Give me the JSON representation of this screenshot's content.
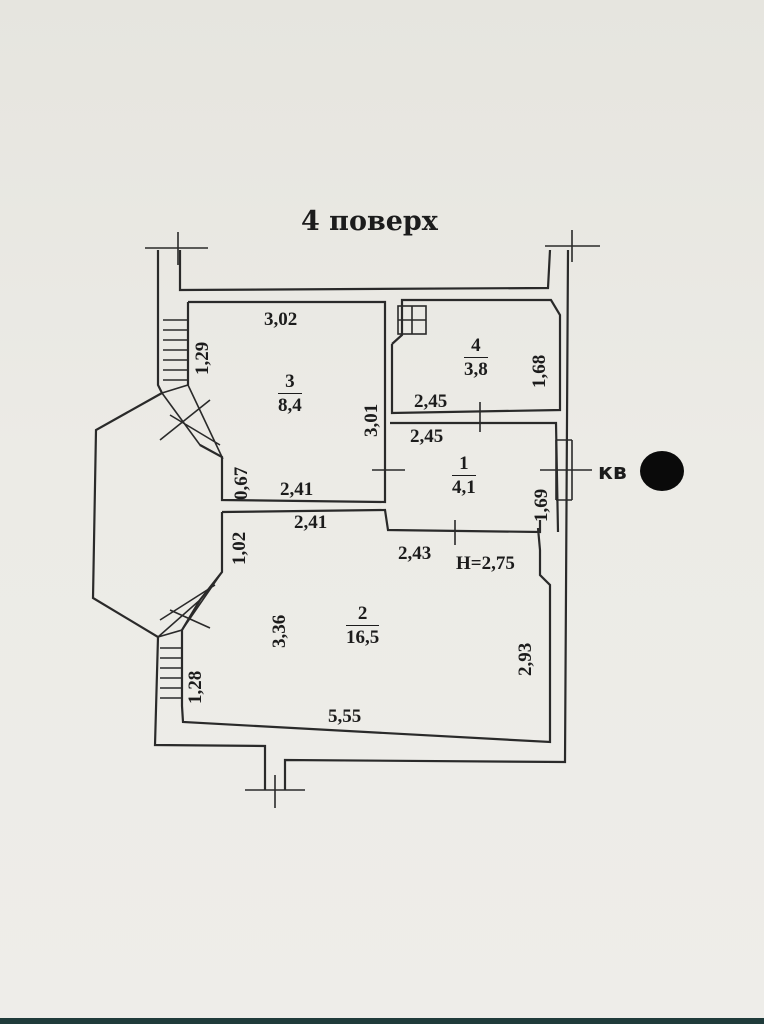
{
  "title": "4 поверх",
  "apartment_label": "кв",
  "ceiling_height": "H=2,75",
  "rooms": [
    {
      "number": "1",
      "area": "4,1"
    },
    {
      "number": "2",
      "area": "16,5"
    },
    {
      "number": "3",
      "area": "8,4"
    },
    {
      "number": "4",
      "area": "3,8"
    }
  ],
  "dimensions": {
    "room3_top": "3,02",
    "room3_left": "1,29",
    "room3_right": "3,01",
    "room3_bottom": "2,41",
    "room3_bay": "0,67",
    "room4_bottom": "2,45",
    "room4_right": "1,68",
    "room1_top": "2,45",
    "room1_right": "1,69",
    "room1_bottom": "2,43",
    "room2_top": "2,41",
    "room2_bay": "1,02",
    "room2_left": "3,36",
    "room2_right": "2,93",
    "room2_bottom": "5,55",
    "room2_lower_left": "1,28"
  },
  "colors": {
    "ink": "#1c1c1c",
    "paper": "#ecebe6"
  }
}
